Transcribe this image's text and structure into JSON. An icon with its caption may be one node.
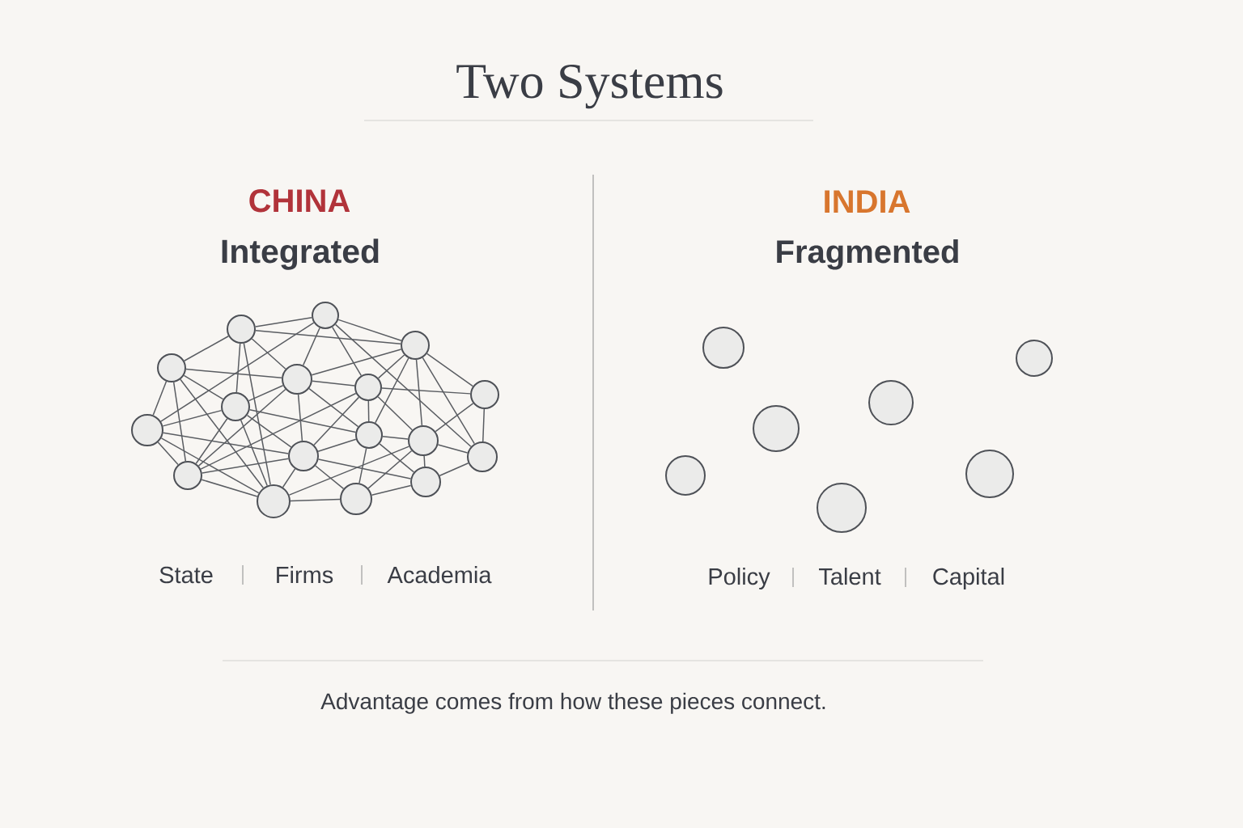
{
  "diagram": {
    "title": "Two Systems",
    "caption": "Advantage comes from how these pieces connect.",
    "nodes": [
      {
        "text": [],
        "shape": "circle"
      },
      {
        "text": [],
        "shape": "circle"
      },
      {
        "text": [],
        "shape": "circle"
      },
      {
        "text": [],
        "shape": "circle"
      },
      {
        "text": [],
        "shape": "circle"
      },
      {
        "text": [],
        "shape": "circle"
      },
      {
        "text": [],
        "shape": "circle"
      },
      {
        "text": [],
        "shape": "circle"
      },
      {
        "text": [],
        "shape": "circle"
      },
      {
        "text": [],
        "shape": "circle"
      },
      {
        "text": [],
        "shape": "circle"
      },
      {
        "text": [],
        "shape": "circle"
      },
      {
        "text": [],
        "shape": "circle"
      },
      {
        "text": [],
        "shape": "circle"
      },
      {
        "text": [],
        "shape": "circle"
      },
      {
        "text": [],
        "shape": "circle"
      },
      {
        "text": [],
        "shape": "circle"
      },
      {
        "text": [],
        "shape": "circle"
      },
      {
        "text": [],
        "shape": "circle"
      },
      {
        "text": [],
        "shape": "circle"
      },
      {
        "text": [],
        "shape": "circle"
      },
      {
        "text": [],
        "shape": "circle"
      },
      {
        "text": [],
        "shape": "circle"
      },
      {
        "text": [],
        "shape": "circle"
      }
    ],
    "edges": [
      {
        "from": 0,
        "to": 1,
        "arrow": "none"
      },
      {
        "from": 0,
        "to": 2,
        "arrow": "none"
      },
      {
        "from": 0,
        "to": 3,
        "arrow": "none"
      },
      {
        "from": 0,
        "to": 5,
        "arrow": "none"
      },
      {
        "from": 0,
        "to": 7,
        "arrow": "none"
      },
      {
        "from": 0,
        "to": 8,
        "arrow": "none"
      },
      {
        "from": 1,
        "to": 2,
        "arrow": "none"
      },
      {
        "from": 1,
        "to": 3,
        "arrow": "none"
      },
      {
        "from": 1,
        "to": 4,
        "arrow": "none"
      },
      {
        "from": 1,
        "to": 5,
        "arrow": "none"
      },
      {
        "from": 1,
        "to": 6,
        "arrow": "none"
      },
      {
        "from": 2,
        "to": 3,
        "arrow": "none"
      },
      {
        "from": 2,
        "to": 5,
        "arrow": "none"
      },
      {
        "from": 2,
        "to": 6,
        "arrow": "none"
      },
      {
        "from": 2,
        "to": 7,
        "arrow": "none"
      },
      {
        "from": 2,
        "to": 10,
        "arrow": "none"
      },
      {
        "from": 3,
        "to": 4,
        "arrow": "none"
      },
      {
        "from": 3,
        "to": 5,
        "arrow": "none"
      },
      {
        "from": 3,
        "to": 6,
        "arrow": "none"
      },
      {
        "from": 3,
        "to": 7,
        "arrow": "none"
      },
      {
        "from": 3,
        "to": 11,
        "arrow": "none"
      },
      {
        "from": 4,
        "to": 5,
        "arrow": "none"
      },
      {
        "from": 4,
        "to": 6,
        "arrow": "none"
      },
      {
        "from": 4,
        "to": 8,
        "arrow": "none"
      },
      {
        "from": 4,
        "to": 12,
        "arrow": "none"
      },
      {
        "from": 5,
        "to": 7,
        "arrow": "none"
      },
      {
        "from": 5,
        "to": 9,
        "arrow": "none"
      },
      {
        "from": 5,
        "to": 13,
        "arrow": "none"
      },
      {
        "from": 6,
        "to": 7,
        "arrow": "none"
      },
      {
        "from": 6,
        "to": 8,
        "arrow": "none"
      },
      {
        "from": 6,
        "to": 10,
        "arrow": "none"
      },
      {
        "from": 6,
        "to": 11,
        "arrow": "none"
      },
      {
        "from": 6,
        "to": 12,
        "arrow": "none"
      },
      {
        "from": 7,
        "to": 9,
        "arrow": "none"
      },
      {
        "from": 7,
        "to": 10,
        "arrow": "none"
      },
      {
        "from": 7,
        "to": 11,
        "arrow": "none"
      },
      {
        "from": 7,
        "to": 14,
        "arrow": "none"
      },
      {
        "from": 8,
        "to": 10,
        "arrow": "none"
      },
      {
        "from": 8,
        "to": 12,
        "arrow": "none"
      },
      {
        "from": 8,
        "to": 15,
        "arrow": "none"
      },
      {
        "from": 9,
        "to": 11,
        "arrow": "none"
      },
      {
        "from": 9,
        "to": 13,
        "arrow": "none"
      },
      {
        "from": 9,
        "to": 14,
        "arrow": "none"
      },
      {
        "from": 10,
        "to": 11,
        "arrow": "none"
      },
      {
        "from": 10,
        "to": 12,
        "arrow": "none"
      },
      {
        "from": 10,
        "to": 13,
        "arrow": "none"
      },
      {
        "from": 10,
        "to": 16,
        "arrow": "none"
      },
      {
        "from": 11,
        "to": 12,
        "arrow": "none"
      },
      {
        "from": 11,
        "to": 13,
        "arrow": "none"
      },
      {
        "from": 11,
        "to": 14,
        "arrow": "none"
      },
      {
        "from": 12,
        "to": 13,
        "arrow": "none"
      },
      {
        "from": 12,
        "to": 15,
        "arrow": "none"
      },
      {
        "from": 12,
        "to": 16,
        "arrow": "none"
      },
      {
        "from": 13,
        "to": 14,
        "arrow": "none"
      },
      {
        "from": 13,
        "to": 15,
        "arrow": "none"
      },
      {
        "from": 13,
        "to": 16,
        "arrow": "none"
      },
      {
        "from": 14,
        "to": 15,
        "arrow": "none"
      },
      {
        "from": 15,
        "to": 16,
        "arrow": "none"
      }
    ],
    "labels": [
      "CHINA",
      "Integrated",
      "State",
      "Firms",
      "Academia",
      "INDIA",
      "Fragmented",
      "Policy",
      "Talent",
      "Capital"
    ]
  }
}
